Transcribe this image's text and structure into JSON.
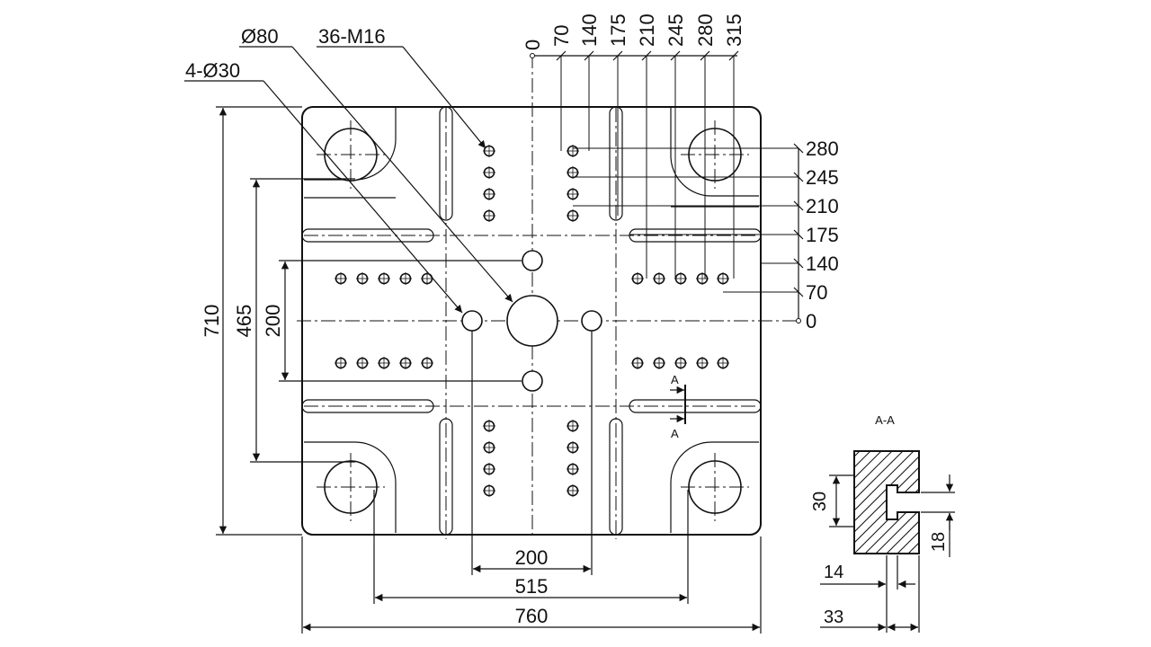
{
  "callouts": {
    "bore": "Ø80",
    "thread": "36-M16",
    "tie_bar": "4-Ø30"
  },
  "top_coordinates": [
    "0",
    "70",
    "140",
    "175",
    "210",
    "245",
    "280",
    "315"
  ],
  "right_coordinates": [
    "280",
    "245",
    "210",
    "175",
    "140",
    "70",
    "0"
  ],
  "left_dimensions": {
    "overall": "710",
    "inner": "465",
    "center": "200"
  },
  "bottom_dimensions": {
    "holes": "200",
    "tie_bars": "515",
    "overall": "760"
  },
  "section": {
    "title": "A-A",
    "marker": "A",
    "height": "30",
    "slot": "18",
    "width_small": "14",
    "width_total": "33"
  }
}
